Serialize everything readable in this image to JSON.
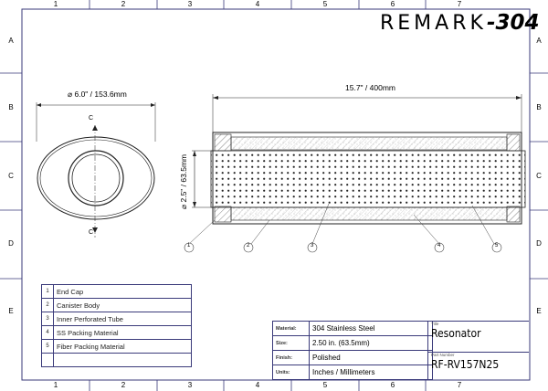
{
  "brand": {
    "name": "REMARK",
    "number": "-304"
  },
  "grid": {
    "numbers": [
      "1",
      "2",
      "3",
      "4",
      "5",
      "6",
      "7"
    ],
    "letters": [
      "A",
      "B",
      "C",
      "D",
      "E"
    ]
  },
  "front_view": {
    "diameter_label": "⌀ 6.0\" / 153.6mm",
    "section_marker": "C"
  },
  "side_view": {
    "length_label": "15.7\" / 400mm",
    "inlet_label": "⌀ 2.5\" / 63.5mm",
    "callouts": [
      "1",
      "2",
      "3",
      "4",
      "5"
    ]
  },
  "parts": [
    {
      "index": "1",
      "name": "End Cap"
    },
    {
      "index": "2",
      "name": "Canister Body"
    },
    {
      "index": "3",
      "name": "Inner Perforated Tube"
    },
    {
      "index": "4",
      "name": "SS Packing Material"
    },
    {
      "index": "5",
      "name": "Fiber Packing Material"
    },
    {
      "index": "",
      "name": ""
    }
  ],
  "title_block": {
    "rows": [
      {
        "label": "Material:",
        "value": "304 Stainless Steel"
      },
      {
        "label": "Size:",
        "value": "2.50 in. (63.5mm)"
      },
      {
        "label": "Finish:",
        "value": "Polished"
      },
      {
        "label": "Units:",
        "value": "Inches / Millimeters"
      }
    ],
    "title_label": "Title",
    "title": "Resonator",
    "part_number_label": "Part Number",
    "part_number": "RF-RV157N25"
  },
  "colors": {
    "frame": "#3a3a7a",
    "ink": "#222222"
  }
}
